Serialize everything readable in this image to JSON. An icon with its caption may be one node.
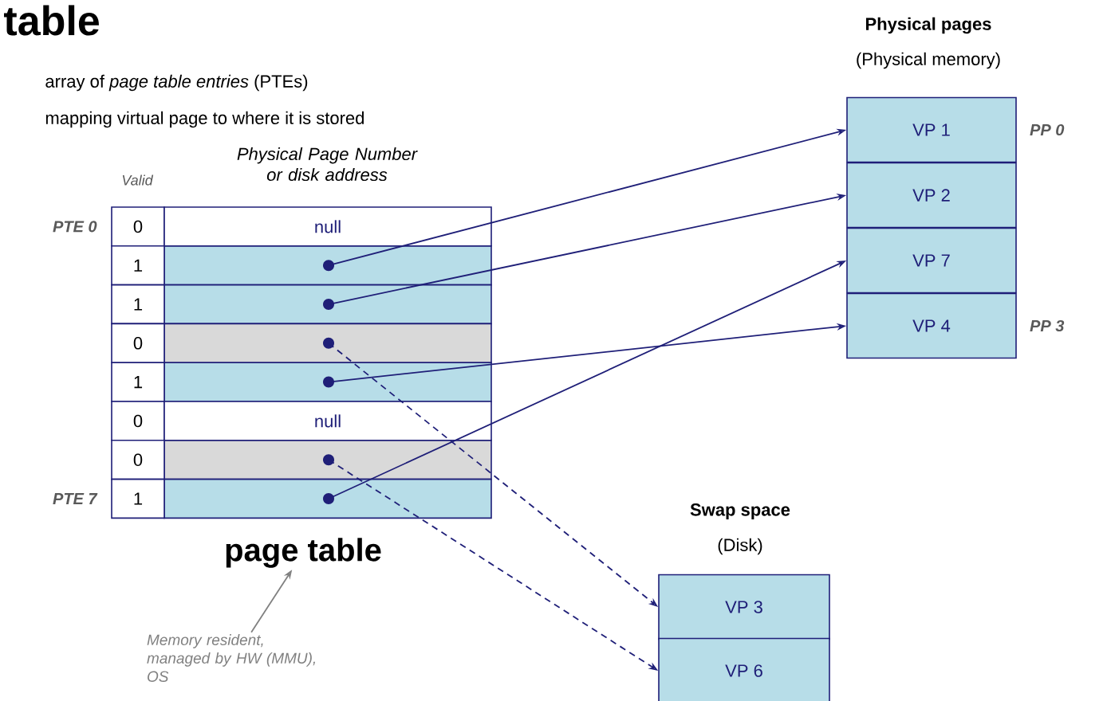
{
  "diagram": {
    "title": "table",
    "nodes": [
      {
        "text": [],
        "shape": "circle"
      },
      {
        "text": [],
        "shape": "circle"
      },
      {
        "text": [],
        "shape": "circle"
      },
      {
        "text": [],
        "shape": "circle"
      },
      {
        "text": [],
        "shape": "circle"
      },
      {
        "text": [],
        "shape": "circle"
      },
      {
        "text": [
          "VP 1"
        ],
        "beside": [
          "PP 0"
        ]
      },
      {
        "text": [
          "VP 2"
        ]
      },
      {
        "text": [
          "VP 7"
        ]
      },
      {
        "text": [
          "VP 4"
        ],
        "beside": [
          "PP 3"
        ]
      },
      {
        "text": [
          "VP 3"
        ]
      },
      {
        "text": [
          "VP 6"
        ]
      },
      {
        "text": [
          "page table"
        ]
      },
      {
        "text": [
          "Memory resident, managed by HW (MMU), OS"
        ]
      }
    ],
    "edges": [
      {
        "from": 0,
        "to": 6,
        "arrow": "to"
      },
      {
        "from": 1,
        "to": 7,
        "arrow": "to"
      },
      {
        "from": 2,
        "to": 10,
        "arrow": "to",
        "style": "dashed"
      },
      {
        "from": 3,
        "to": 9,
        "arrow": "to"
      },
      {
        "from": 4,
        "to": 11,
        "arrow": "to",
        "style": "dashed"
      },
      {
        "from": 5,
        "to": 8,
        "arrow": "to"
      },
      {
        "from": 13,
        "to": 12,
        "arrow": "to",
        "color": "#808080"
      }
    ],
    "labels": [
      "array of *page table entries* (PTEs)",
      "mapping virtual page to where it is stored",
      "Physical Page Number or disk address",
      "Valid",
      "Physical pages",
      "(Physical memory)",
      "PTE 0",
      "0",
      "null",
      "1",
      "1",
      "0",
      "1",
      "0",
      "null",
      "0",
      "PTE 7",
      "1",
      "Swap space",
      "(Disk)"
    ]
  }
}
